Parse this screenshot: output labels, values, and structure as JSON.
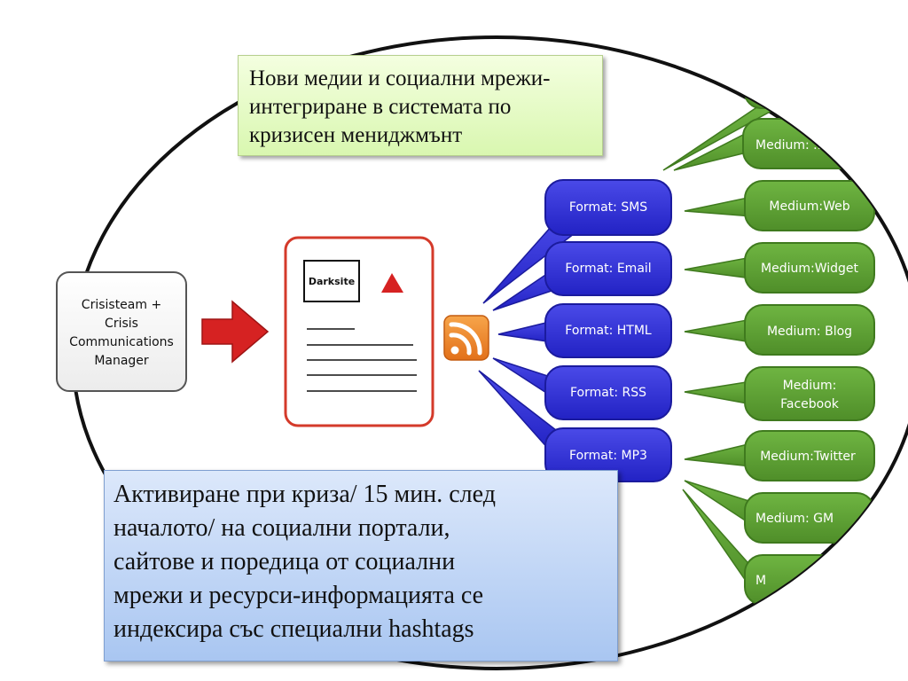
{
  "title_box": {
    "lines": [
      "Нови медии и социални мрежи-",
      "интегриране в системата по",
      "кризисен мениджмънт"
    ]
  },
  "source_box": {
    "lines": [
      "Crisisteam  +",
      "Crisis",
      "Communications",
      "Manager"
    ]
  },
  "document": {
    "label": "Darksite"
  },
  "feed_icon": "rss-icon",
  "formats": [
    "Format: SMS",
    "Format: Email",
    "Format: HTML",
    "Format: RSS",
    "Format: MP3"
  ],
  "media": [
    [
      "Medium: ..."
    ],
    [
      "Medium:Web"
    ],
    [
      "Medium:Widget"
    ],
    [
      "Medium: Blog"
    ],
    [
      "Medium:",
      "Facebook"
    ],
    [
      "Medium:Twitter"
    ],
    [
      "Medium: GM"
    ],
    [
      "M"
    ]
  ],
  "description_box": {
    "lines": [
      "Активиране при криза/ 15 мин. след",
      "началото/ на  социални портали,",
      "сайтове и поредица от социални",
      "мрежи и ресурси-информацията се",
      "индексира със специални hashtags"
    ]
  },
  "colors": {
    "format_fill": "#2f2fd6",
    "medium_fill": "#5c9e32",
    "arrow_red": "#d62222",
    "document_border": "#d43a2a",
    "rss_orange": "#f08a2c"
  }
}
